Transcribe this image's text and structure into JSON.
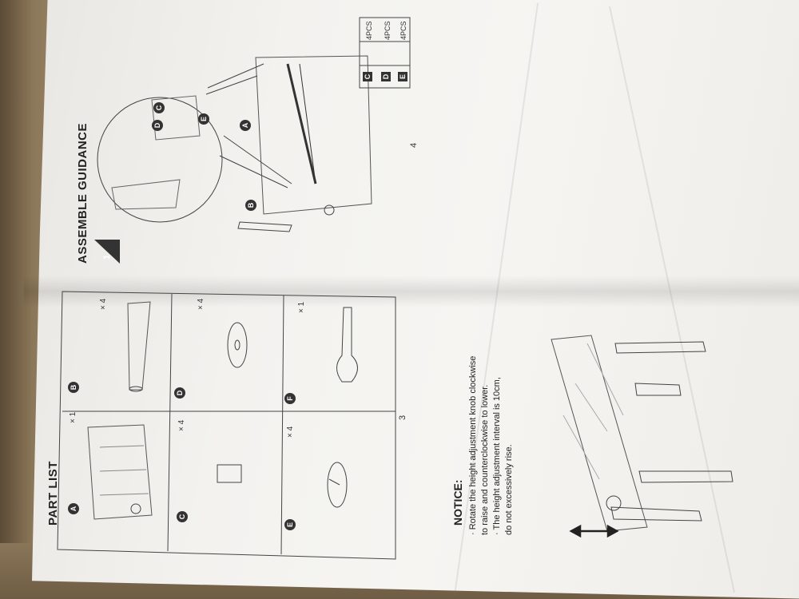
{
  "page3": {
    "title": "PART LIST",
    "page_number": "3",
    "parts": [
      {
        "letter": "A",
        "qty": "× 1"
      },
      {
        "letter": "B",
        "qty": "× 4"
      },
      {
        "letter": "C",
        "qty": "× 4"
      },
      {
        "letter": "D",
        "qty": "× 4"
      },
      {
        "letter": "E",
        "qty": "× 4"
      },
      {
        "letter": "F",
        "qty": "× 1"
      }
    ],
    "notice": {
      "title": "NOTICE:",
      "line1": "· Rotate the height adjustment knob clockwise",
      "line2": "  to raise and counterclockwise to lower.",
      "line3": "· The height adjustment interval is 10cm,",
      "line4": "  do not excessively rise."
    }
  },
  "page4": {
    "title": "ASSEMBLE GUIDANCE",
    "step": "1",
    "page_number": "4",
    "callouts": [
      "A",
      "B",
      "C",
      "D",
      "E"
    ],
    "hardware": [
      {
        "letter": "C",
        "qty": "4PCS"
      },
      {
        "letter": "D",
        "qty": "4PCS"
      },
      {
        "letter": "E",
        "qty": "4PCS"
      }
    ]
  }
}
